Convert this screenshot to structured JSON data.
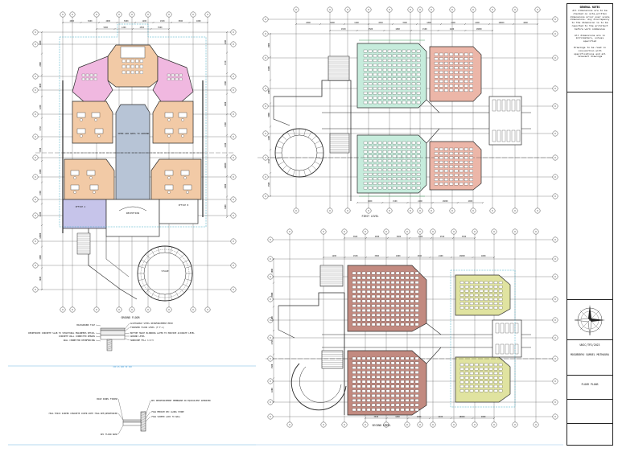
{
  "drawing": {
    "plans": [
      {
        "id": "ground",
        "label": "GROUND FLOOR"
      },
      {
        "id": "first",
        "label": "FIRST LEVEL"
      },
      {
        "id": "second",
        "label": "SECOND LEVEL"
      }
    ],
    "rooms": {
      "atrium": "OPEN AIR AREA TO GROUND",
      "reception": "RECEPTION",
      "stage": "STAGE",
      "office_a": "OFFICE A",
      "office_b": "OFFICE B"
    },
    "dimensions": [
      "4000",
      "3600",
      "2000",
      "5000",
      "1200",
      "4550",
      "3500",
      "1800",
      "1500",
      "2400",
      "18000"
    ],
    "section_top": {
      "callouts": [
        "ACCESSIBLE STEEL REINFORCEMENT MESH",
        "FINISHED FLOOR LEVEL (F.F.L)",
        "REINFORCED CONCRETE SLAB TO STRUCTURAL ENGINEERS DETAIL",
        "CONCRETE WALL CONNECTED REBARS",
        "WALL CONNECTOR REINFORCING",
        "BACKGROUND TILE",
        "BOTTOM TRACE BLINDING LAYER TO PROVIDE ACCURATE LEVEL",
        "GROUND LEVEL",
        "HARDCORE FILL 1:2:3"
      ],
      "dims": "150 25 400 50 150"
    },
    "section_bottom": {
      "callouts": [
        "BASE PANEL FINISH",
        "DPC REINFORCEMENT MEMBRANE OR EQUIVALENT APPROVED",
        "75mm THICK SCREED CONCRETE COVER WITH 75mm DPM,REINFORCED",
        "75mm MEDIUM DPC ALONG STONE",
        "75mm SCREED LAID TO WALL",
        "DPC FLOOR BASE"
      ]
    }
  },
  "title_block": {
    "heading": "GENERAL NOTES",
    "notes": [
      "All dimensions are to be checked on site,written dimensions prior over scale dimensions. Any discrepancy to the dimension is to be reported to the architect before work commences",
      "All dimensions are in millimeters, unless specified",
      "Drawings to be read in conjunction with specifications and all relevant drawings"
    ],
    "project_code": "UNIC/TP2/2023",
    "project_name": "MOGUBENYU SAMUEL MUTHAURA",
    "sheet_title": "FLOOR PLANS"
  },
  "colors": {
    "line": "#2a2a2a",
    "grid": "#5a5a5a",
    "pink": "#f0b8e0",
    "tan": "#f2caa6",
    "blue_gray": "#b7c4d6",
    "lavender": "#c6c4ea",
    "mint": "#c6ecdc",
    "salmon": "#ecb6a8",
    "brick": "#c28a80",
    "olive": "#e0e3a0",
    "cyan_dash": "#38a8c4",
    "green": "#3e9c5a"
  },
  "icons": [
    "north-arrow-icon"
  ]
}
